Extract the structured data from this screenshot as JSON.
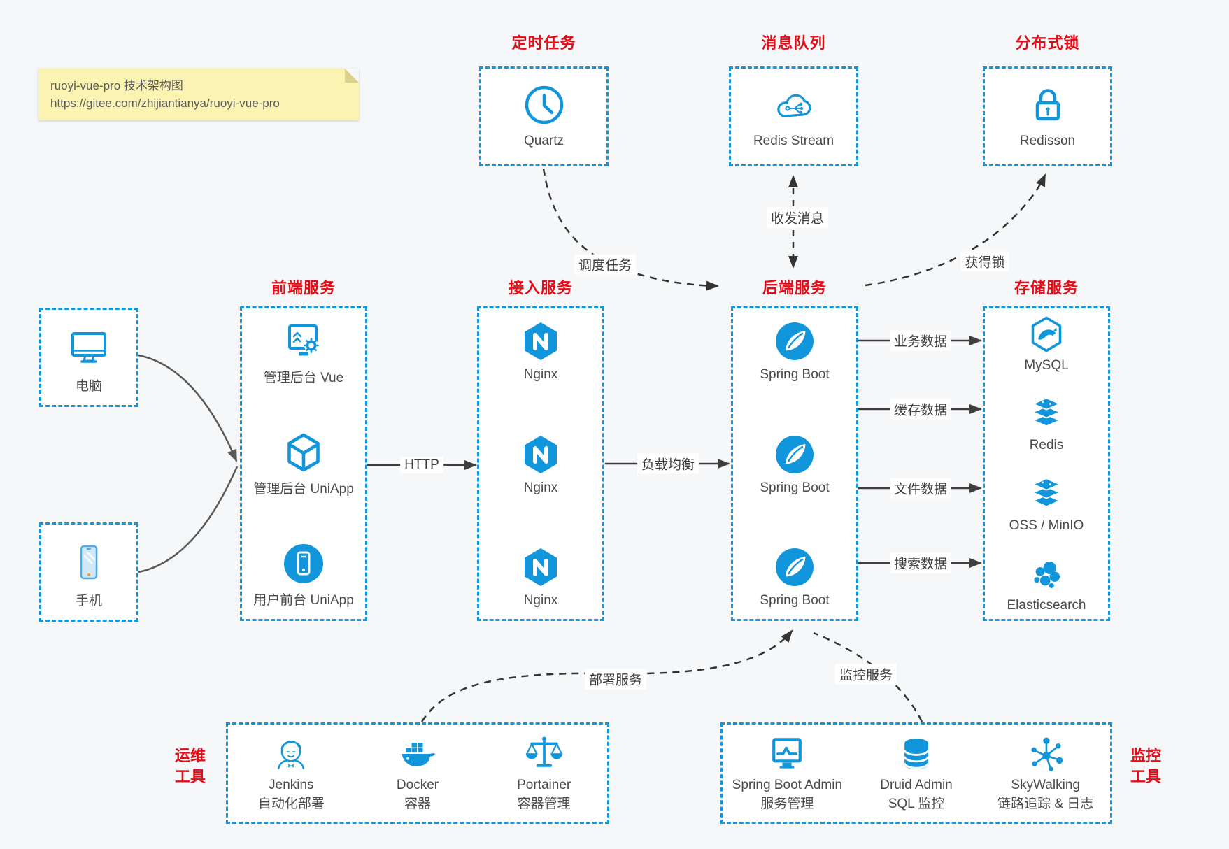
{
  "note": {
    "line1": "ruoyi-vue-pro 技术架构图",
    "line2": "https://gitee.com/zhijiantianya/ruoyi-vue-pro"
  },
  "top_services": [
    {
      "title": "定时任务",
      "item": "Quartz",
      "icon": "clock-icon"
    },
    {
      "title": "消息队列",
      "item": "Redis Stream",
      "icon": "cloud-network-icon"
    },
    {
      "title": "分布式锁",
      "item": "Redisson",
      "icon": "lock-icon"
    }
  ],
  "clients": [
    {
      "label": "电脑",
      "icon": "desktop-icon"
    },
    {
      "label": "手机",
      "icon": "mobile-icon"
    }
  ],
  "columns": [
    {
      "title": "前端服务",
      "items": [
        {
          "label": "管理后台 Vue",
          "icon": "admin-vue-icon"
        },
        {
          "label": "管理后台 UniApp",
          "icon": "uniapp-cube-icon"
        },
        {
          "label": "用户前台 UniApp",
          "icon": "user-uniapp-icon"
        }
      ]
    },
    {
      "title": "接入服务",
      "items": [
        {
          "label": "Nginx",
          "icon": "nginx-icon"
        },
        {
          "label": "Nginx",
          "icon": "nginx-icon"
        },
        {
          "label": "Nginx",
          "icon": "nginx-icon"
        }
      ]
    },
    {
      "title": "后端服务",
      "items": [
        {
          "label": "Spring Boot",
          "icon": "spring-boot-icon"
        },
        {
          "label": "Spring Boot",
          "icon": "spring-boot-icon"
        },
        {
          "label": "Spring Boot",
          "icon": "spring-boot-icon"
        }
      ]
    },
    {
      "title": "存储服务",
      "items": [
        {
          "label": "MySQL",
          "icon": "mysql-icon"
        },
        {
          "label": "Redis",
          "icon": "redis-icon"
        },
        {
          "label": "OSS / MinIO",
          "icon": "oss-minio-icon"
        },
        {
          "label": "Elasticsearch",
          "icon": "elasticsearch-icon"
        }
      ]
    }
  ],
  "ops": {
    "side_label_line1": "运维",
    "side_label_line2": "工具",
    "items": [
      {
        "name": "Jenkins",
        "desc": "自动化部署",
        "icon": "jenkins-icon"
      },
      {
        "name": "Docker",
        "desc": "容器",
        "icon": "docker-icon"
      },
      {
        "name": "Portainer",
        "desc": "容器管理",
        "icon": "portainer-scales-icon"
      }
    ]
  },
  "monitor": {
    "side_label_line1": "监控",
    "side_label_line2": "工具",
    "items": [
      {
        "name": "Spring Boot Admin",
        "desc": "服务管理",
        "icon": "admin-monitor-icon"
      },
      {
        "name": "Druid Admin",
        "desc": "SQL 监控",
        "icon": "database-icon"
      },
      {
        "name": "SkyWalking",
        "desc": "链路追踪 & 日志",
        "icon": "topology-icon"
      }
    ]
  },
  "edges": {
    "http": "HTTP",
    "load_balance": "负载均衡",
    "schedule": "调度任务",
    "message": "收发消息",
    "lock": "获得锁",
    "business_data": "业务数据",
    "cache_data": "缓存数据",
    "file_data": "文件数据",
    "search_data": "搜索数据",
    "deploy": "部署服务",
    "monitor": "监控服务"
  },
  "colors": {
    "accent_blue": "#1296db",
    "title_red": "#e60b16",
    "note_bg": "#faf3b2",
    "arrow_dark": "#3f3f3f"
  }
}
